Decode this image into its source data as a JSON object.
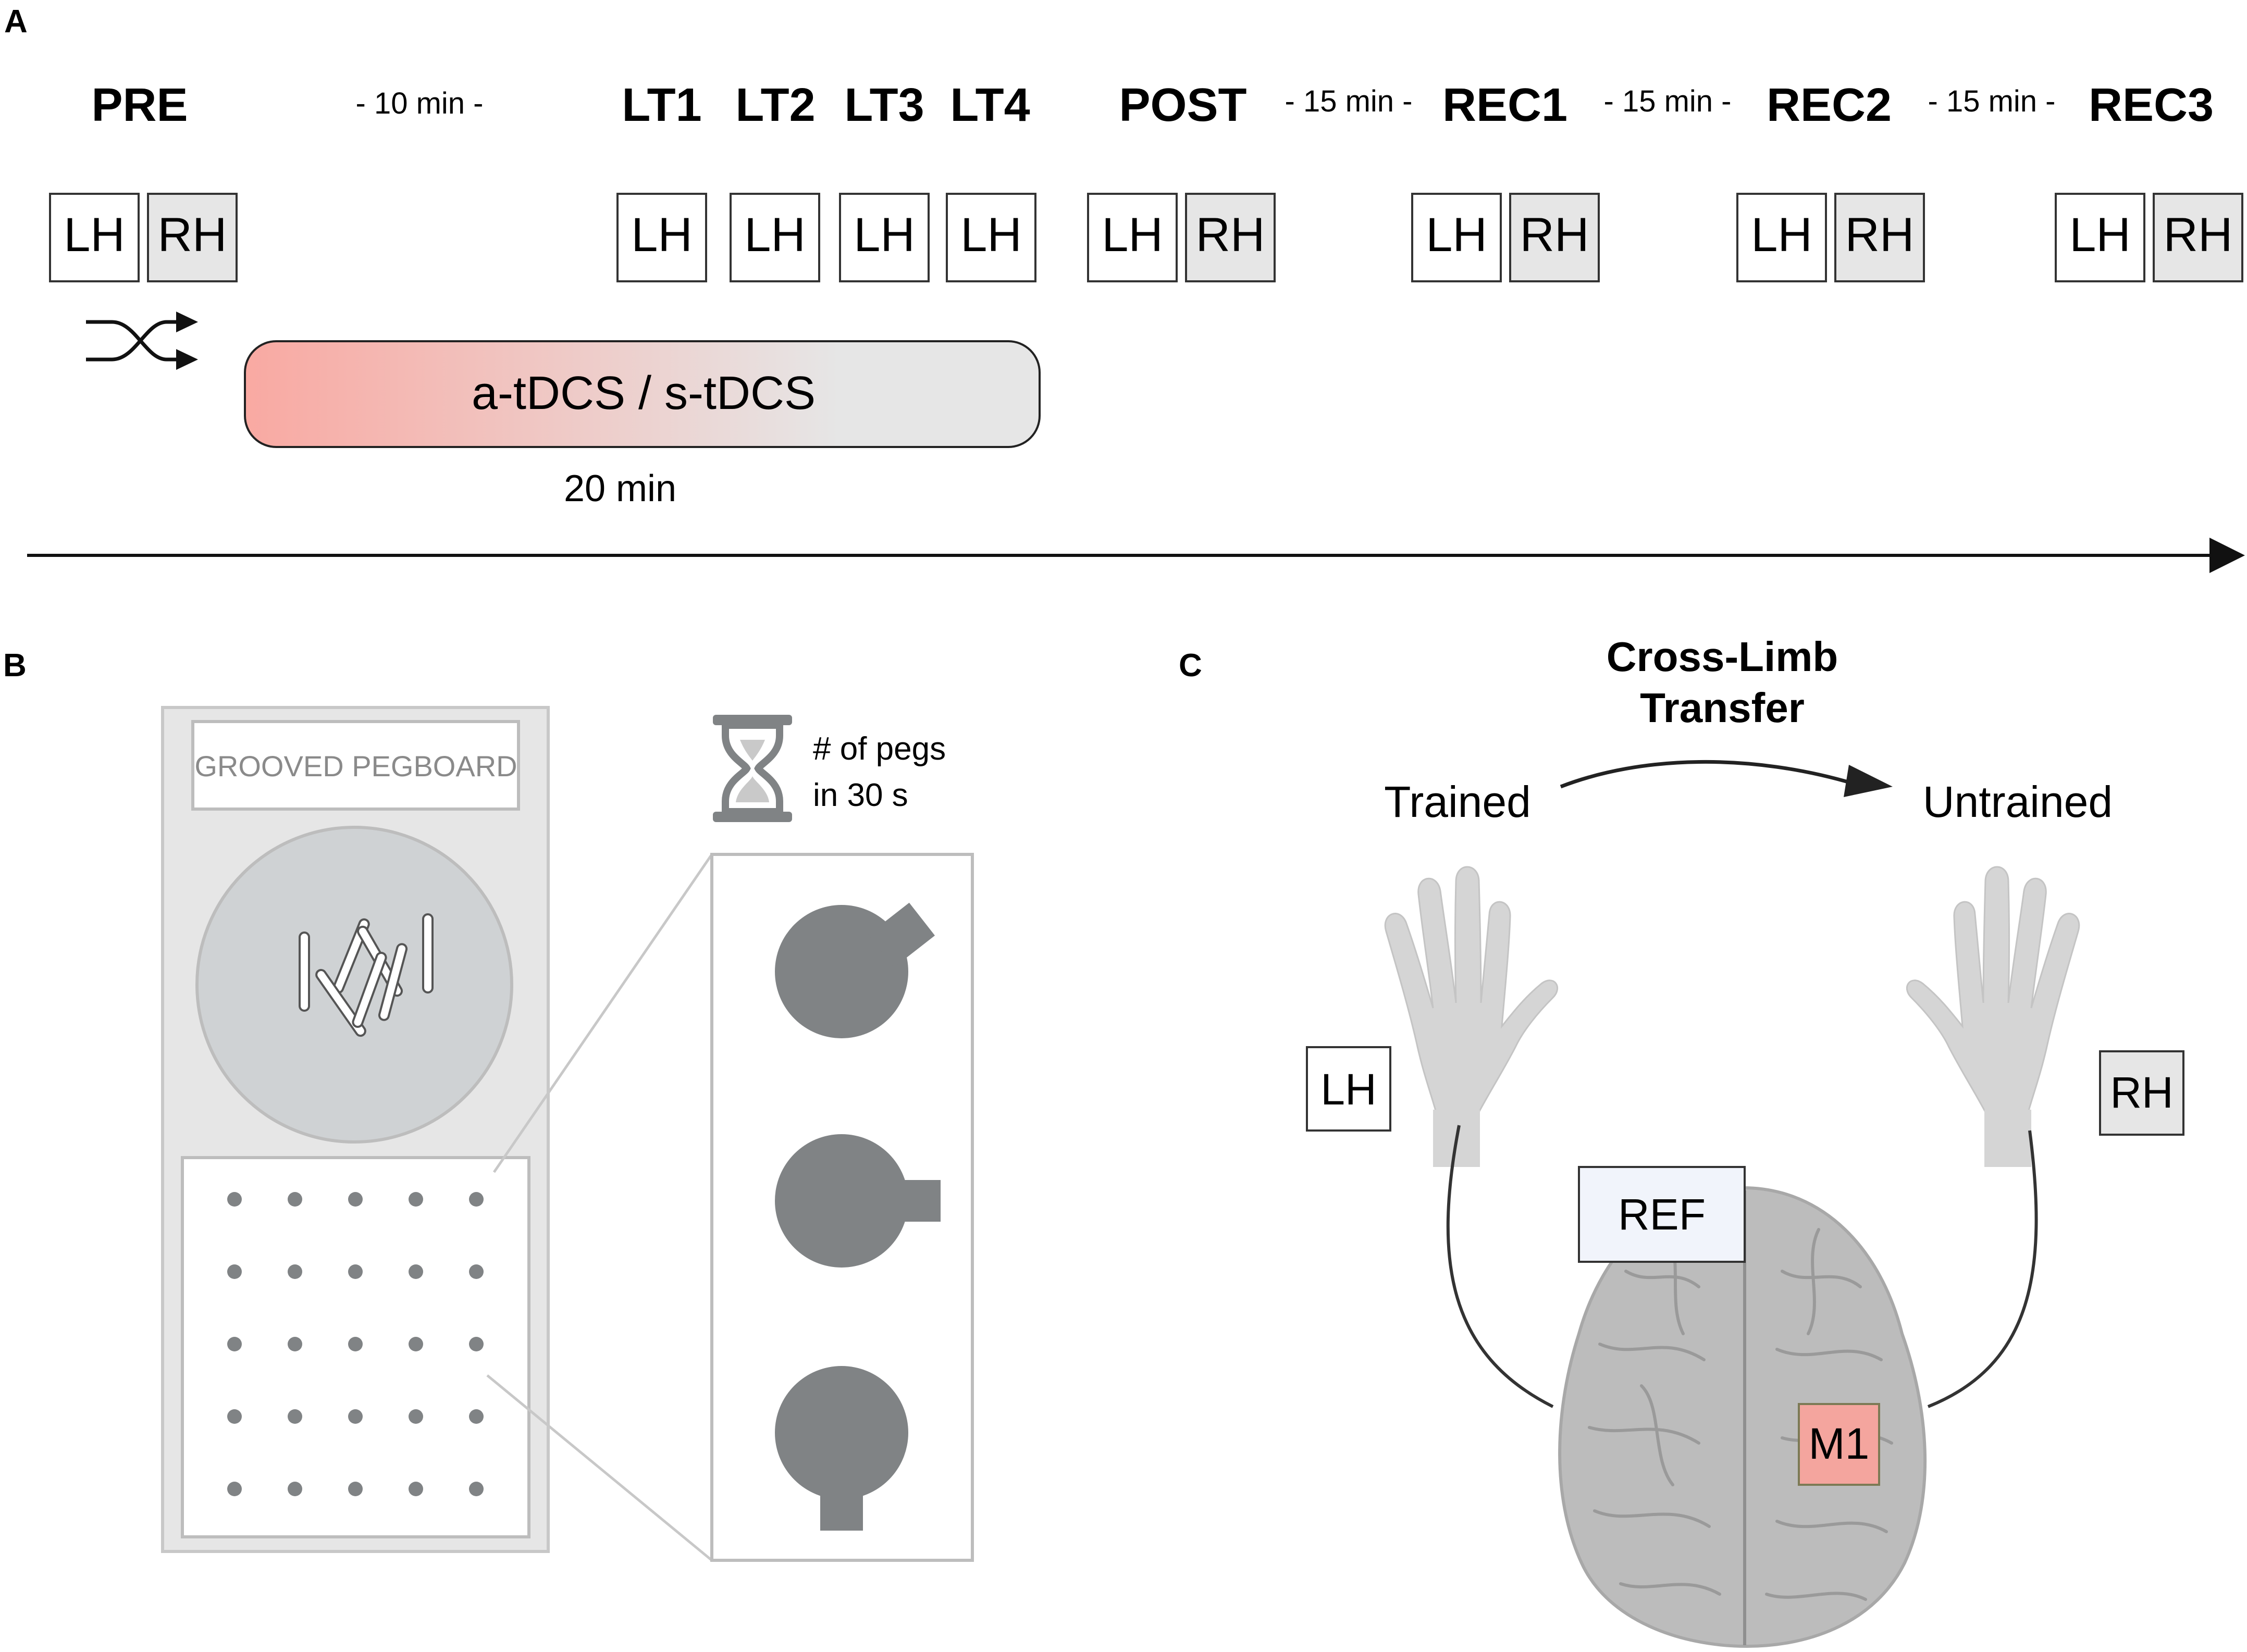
{
  "colors": {
    "lh_fill": "#ffffff",
    "rh_fill": "#e6e6e6",
    "tdcs_start": "#f9a9a2",
    "tdcs_end": "#e6e6e6",
    "m1_fill": "#f4a59e",
    "ref_fill": "#f1f4fb",
    "peg_grey": "#808385",
    "board_grey": "#e6e6e6",
    "hand_grey": "#d5d5d5",
    "brain_grey": "#bcbcbc"
  },
  "panel_a": {
    "label": "A",
    "timepoints": [
      {
        "id": "pre",
        "label": "PRE",
        "boxes": [
          "LH",
          "RH"
        ]
      },
      {
        "id": "lt1",
        "label": "LT1",
        "boxes": [
          "LH"
        ]
      },
      {
        "id": "lt2",
        "label": "LT2",
        "boxes": [
          "LH"
        ]
      },
      {
        "id": "lt3",
        "label": "LT3",
        "boxes": [
          "LH"
        ]
      },
      {
        "id": "lt4",
        "label": "LT4",
        "boxes": [
          "LH"
        ]
      },
      {
        "id": "post",
        "label": "POST",
        "boxes": [
          "LH",
          "RH"
        ]
      },
      {
        "id": "rec1",
        "label": "REC1",
        "boxes": [
          "LH",
          "RH"
        ]
      },
      {
        "id": "rec2",
        "label": "REC2",
        "boxes": [
          "LH",
          "RH"
        ]
      },
      {
        "id": "rec3",
        "label": "REC3",
        "boxes": [
          "LH",
          "RH"
        ]
      }
    ],
    "intervals": [
      "- 10 min -",
      "- 15 min -",
      "- 15 min -",
      "- 15 min -"
    ],
    "stimulation": {
      "label": "a-tDCS / s-tDCS",
      "duration": "20 min"
    },
    "randomize_icon": "shuffle-icon"
  },
  "panel_b": {
    "label": "B",
    "board_title": "GROOVED PEGBOARD",
    "timer_text_line1": "# of pegs",
    "timer_text_line2": "in 30 s",
    "timer_icon": "hourglass-icon",
    "hole_grid": {
      "rows": 5,
      "cols": 5
    },
    "peg_count_in_well": 7,
    "peg_orientations_deg": [
      45,
      0,
      90
    ]
  },
  "panel_c": {
    "label": "C",
    "title_line1": "Cross-Limb",
    "title_line2": "Transfer",
    "trained": "Trained",
    "untrained": "Untrained",
    "lh": "LH",
    "rh": "RH",
    "ref": "REF",
    "m1": "M1"
  }
}
